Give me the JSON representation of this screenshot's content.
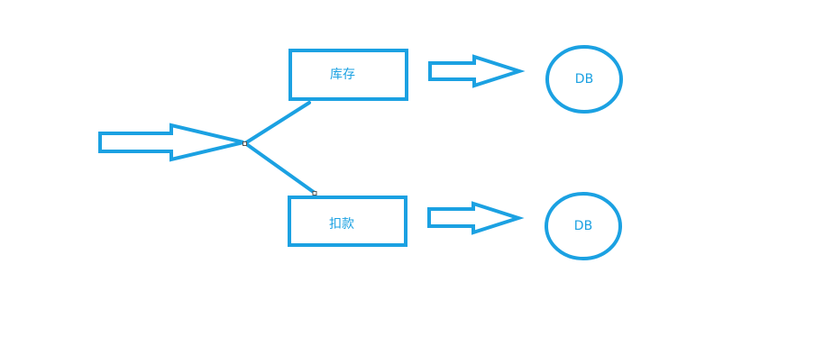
{
  "colors": {
    "accent": "#1ba1e2",
    "text": "#1ba1e2",
    "handle_border": "#555555",
    "background": "#ffffff"
  },
  "boxes": {
    "inventory": {
      "label": "库存"
    },
    "payment": {
      "label": "扣款"
    }
  },
  "databases": {
    "top": {
      "label": "DB"
    },
    "bottom": {
      "label": "DB"
    }
  }
}
